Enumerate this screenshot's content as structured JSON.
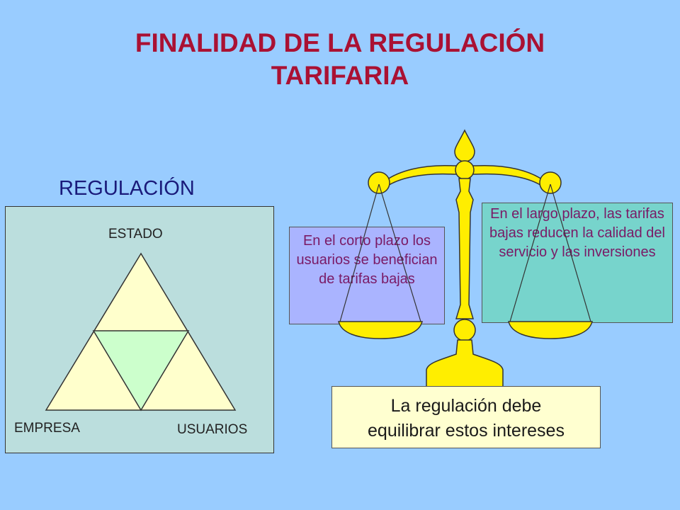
{
  "title": {
    "line1": "FINALIDAD DE LA REGULACIÓN",
    "line2": "TARIFARIA"
  },
  "diagram": {
    "heading": "REGULACIÓN",
    "labels": {
      "top": "ESTADO",
      "bottom_left": "EMPRESA",
      "bottom_right": "USUARIOS"
    }
  },
  "notes": {
    "left": "En el corto plazo los usuarios se benefician de tarifas bajas",
    "right": "En el largo plazo, las tarifas bajas reducen la calidad del servicio y las inversiones"
  },
  "conclusion": {
    "line1": "La regulación debe",
    "line2": "equilibrar estos intereses"
  },
  "colors": {
    "background": "#99ccff",
    "title": "#aa1133",
    "panel": "#bbdedd",
    "triangle_outer": "#ffffcc",
    "triangle_inner": "#ccffcc",
    "scale": "#ffee00",
    "note_left": "#aab4ff",
    "note_right": "#77d4cc",
    "conclusion_box": "#ffffd0"
  }
}
